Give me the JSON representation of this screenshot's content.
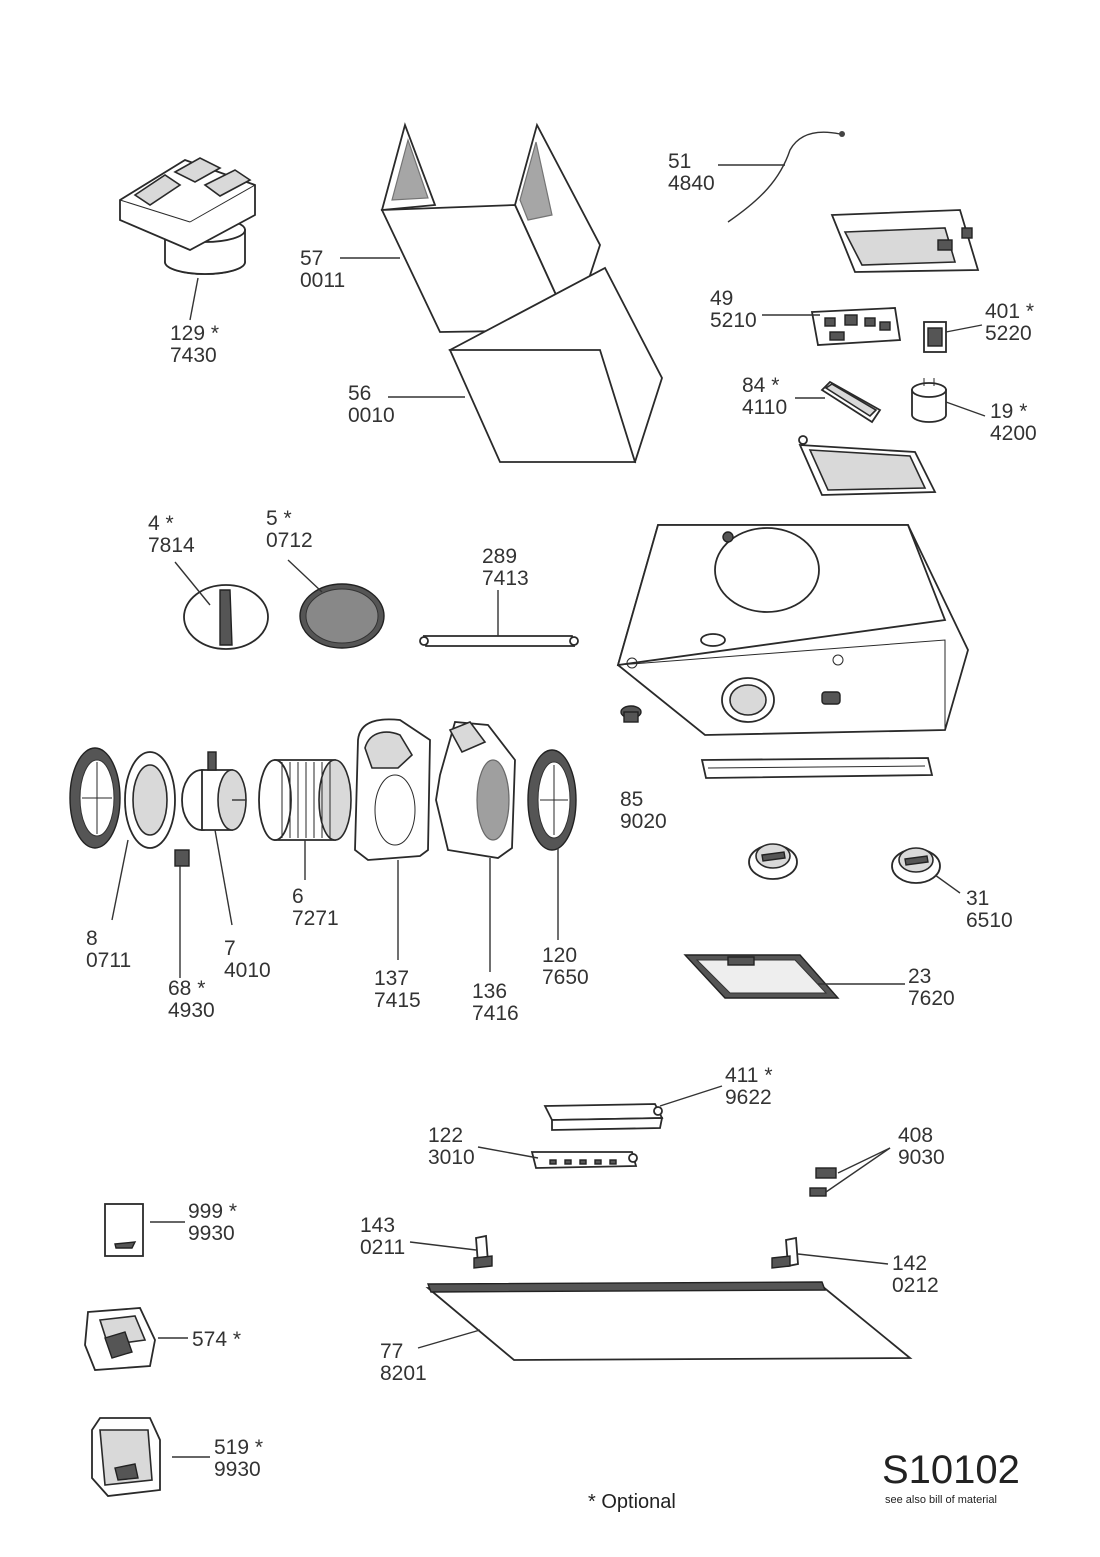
{
  "diagram_code": "S10102",
  "footer_note": "see also bill of material",
  "legend": "* Optional",
  "parts": {
    "p129": {
      "num": "129 *",
      "code": "7430"
    },
    "p57": {
      "num": "57",
      "code": "0011"
    },
    "p56": {
      "num": "56",
      "code": "0010"
    },
    "p51": {
      "num": "51",
      "code": "4840"
    },
    "p49": {
      "num": "49",
      "code": "5210"
    },
    "p401": {
      "num": "401  *",
      "code": "5220"
    },
    "p84": {
      "num": "84 *",
      "code": "4110"
    },
    "p19": {
      "num": "19 *",
      "code": "4200"
    },
    "p4": {
      "num": "4 *",
      "code": "7814"
    },
    "p5": {
      "num": "5 *",
      "code": "0712"
    },
    "p289": {
      "num": "289",
      "code": "7413"
    },
    "p85": {
      "num": "85",
      "code": "9020"
    },
    "p8": {
      "num": "8",
      "code": "0711"
    },
    "p68": {
      "num": "68 *",
      "code": "4930"
    },
    "p7": {
      "num": "7",
      "code": "4010"
    },
    "p6": {
      "num": "6",
      "code": "7271"
    },
    "p137": {
      "num": "137",
      "code": "7415"
    },
    "p136": {
      "num": "136",
      "code": "7416"
    },
    "p120": {
      "num": "120",
      "code": "7650"
    },
    "p31": {
      "num": "31",
      "code": "6510"
    },
    "p23": {
      "num": "23",
      "code": "7620"
    },
    "p411": {
      "num": "411 *",
      "code": "9622"
    },
    "p122": {
      "num": "122",
      "code": "3010"
    },
    "p408": {
      "num": "408",
      "code": "9030"
    },
    "p999": {
      "num": "999 *",
      "code": "9930"
    },
    "p143": {
      "num": "143",
      "code": "0211"
    },
    "p142": {
      "num": "142",
      "code": "0212"
    },
    "p574": {
      "num": "574 *"
    },
    "p77": {
      "num": "77",
      "code": "8201"
    },
    "p519": {
      "num": "519 *",
      "code": "9930"
    }
  }
}
